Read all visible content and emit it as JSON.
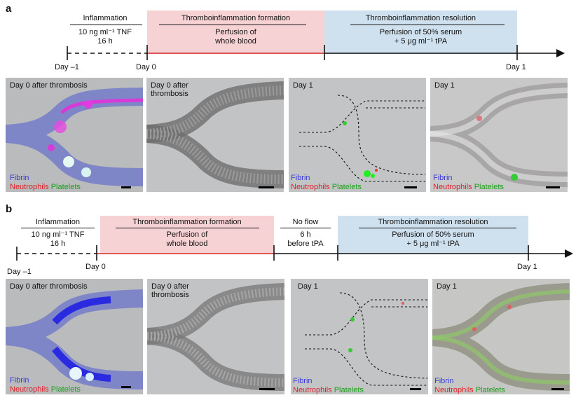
{
  "panel_a": {
    "letter": "a",
    "timeline": {
      "inflammation": {
        "title": "Inflammation",
        "line1": "10 ng ml⁻¹ TNF",
        "line2": "16 h"
      },
      "formation": {
        "title": "Thromboinflammation formation",
        "line1": "Perfusion of",
        "line2": "whole blood"
      },
      "resolution": {
        "title": "Thromboinflammation resolution",
        "line1": "Perfusion of 50% serum",
        "line2": "+ 5 μg ml⁻¹ tPA"
      },
      "days": {
        "d_minus1": "Day –1",
        "d0": "Day 0",
        "d1": "Day 1"
      }
    },
    "images": [
      {
        "title": "Day 0 after thrombosis",
        "legend1": "Fibrin",
        "legend2a": "Neutrophils",
        "legend2b": "Platelets"
      },
      {
        "title": "Day 0 after thrombosis"
      },
      {
        "title": "Day 1",
        "legend1": "Fibrin",
        "legend2a": "Neutrophils",
        "legend2b": "Platelets"
      },
      {
        "title": "Day 1",
        "legend1": "Fibrin",
        "legend2a": "Neutrophils",
        "legend2b": "Platelets"
      }
    ]
  },
  "panel_b": {
    "letter": "b",
    "timeline": {
      "inflammation": {
        "title": "Inflammation",
        "line1": "10 ng ml⁻¹ TNF",
        "line2": "16 h"
      },
      "formation": {
        "title": "Thromboinflammation formation",
        "line1": "Perfusion of",
        "line2": "whole blood"
      },
      "noflow": {
        "title": "No flow",
        "line1": "6 h",
        "line2": "before tPA"
      },
      "resolution": {
        "title": "Thromboinflammation resolution",
        "line1": "Perfusion of 50% serum",
        "line2": "+ 5 μg ml⁻¹ tPA"
      },
      "days": {
        "d_minus1": "Day –1",
        "d0": "Day 0",
        "d1": "Day 1"
      }
    },
    "images": [
      {
        "title": "Day 0 after thrombosis",
        "legend1": "Fibrin",
        "legend2a": "Neutrophils",
        "legend2b": "Platelets"
      },
      {
        "title": "Day 0 after thrombosis"
      },
      {
        "title": "Day 1",
        "legend1": "Fibrin",
        "legend2a": "Neutrophils",
        "legend2b": "Platelets"
      },
      {
        "title": "Day 1",
        "legend1": "Fibrin",
        "legend2a": "Neutrophils",
        "legend2b": "Platelets"
      }
    ]
  },
  "colors": {
    "formation_bg": "#f6d2d4",
    "resolution_bg": "#cfe1ef",
    "red_line": "#d62a2a",
    "fibrin": "#3b3bd6",
    "neutrophils": "#e0202a",
    "platelets": "#1aa21a"
  }
}
